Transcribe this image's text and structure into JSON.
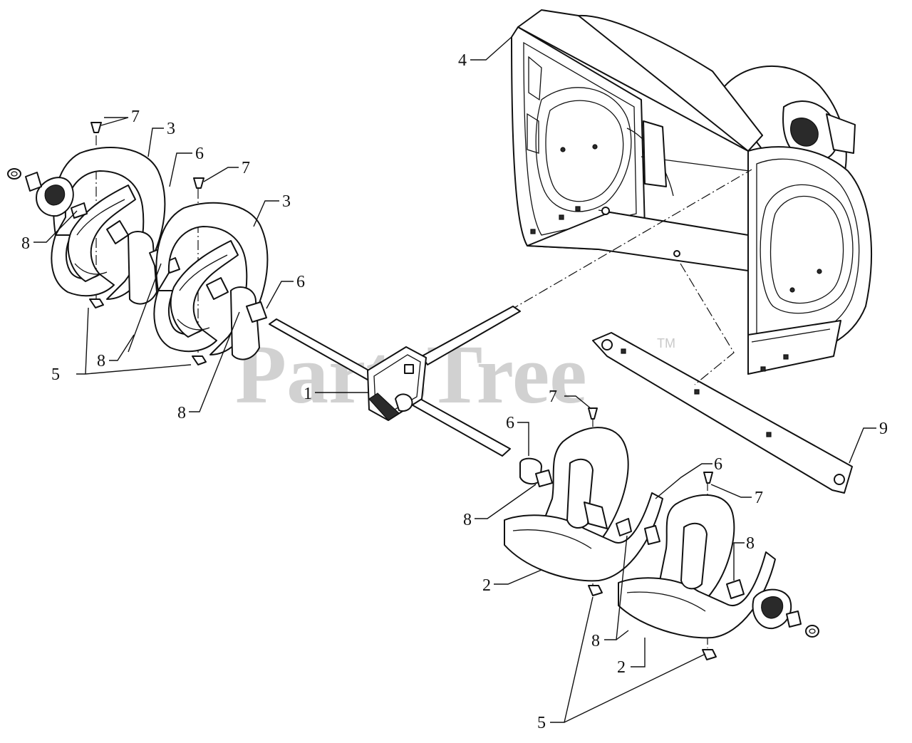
{
  "watermark": {
    "text": "PartsTree",
    "tm": "TM"
  },
  "callouts": {
    "c1": "1",
    "c2a": "2",
    "c2b": "2",
    "c3a": "3",
    "c3b": "3",
    "c4": "4",
    "c5a": "5",
    "c5b": "5",
    "c6a": "6",
    "c6b": "6",
    "c6c": "6",
    "c6d": "6",
    "c7a": "7",
    "c7b": "7",
    "c7c": "7",
    "c7d": "7",
    "c8a": "8",
    "c8b": "8",
    "c8c": "8",
    "c8d": "8",
    "c8e": "8",
    "c8f": "8",
    "c9": "9"
  }
}
